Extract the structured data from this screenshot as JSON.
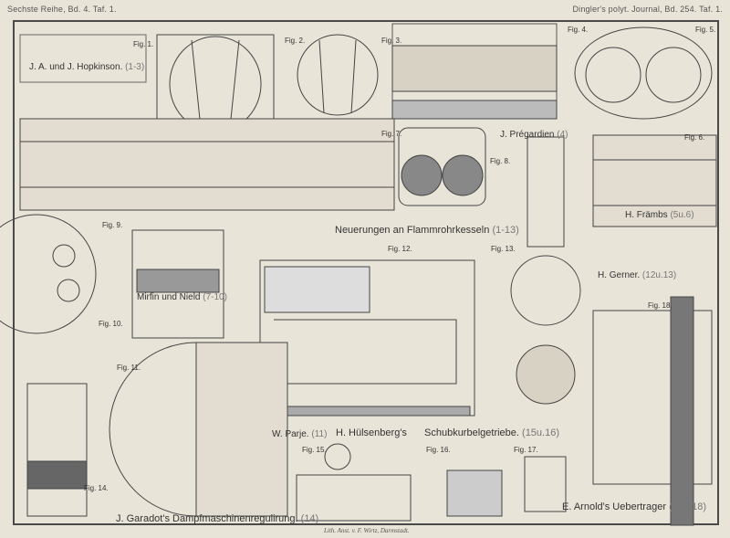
{
  "header": {
    "left": "Sechste Reihe, Bd. 4. Taf. 1.",
    "right": "Dingler's polyt. Journal, Bd. 254. Taf. 1."
  },
  "titles": {
    "hopkinson": "J. A. und J. Hopkinson.",
    "hopkinson_ref": "(1-3)",
    "pregardien": "J. Prégardien",
    "pregardien_ref": "(4)",
    "frambs": "H. Främbs",
    "frambs_ref": "(5u.6)",
    "neuerungen": "Neuerungen an Flammrohrkesseln",
    "neuerungen_ref": "(1-13)",
    "gerner": "H. Gerner.",
    "gerner_ref": "(12u.13)",
    "mirfin": "Mirfin und Nield",
    "mirfin_ref": "(7-10)",
    "parje": "W. Parje.",
    "parje_ref": "(11)",
    "hulsenberg": "H. Hülsenberg's",
    "schubkurbel": "Schubkurbelgetriebe.",
    "schubkurbel_ref": "(15u.16)",
    "garadot": "J. Garadot's Dampfmaschinenregulirung.",
    "garadot_ref": "(14)",
    "arnold": "E. Arnold's Uebertrager",
    "arnold_ref": "(17u.18)"
  },
  "figures": [
    "Fig. 1.",
    "Fig. 2.",
    "Fig. 3.",
    "Fig. 4.",
    "Fig. 5.",
    "Fig. 6.",
    "Fig. 7.",
    "Fig. 8.",
    "Fig. 9.",
    "Fig. 10.",
    "Fig. 11.",
    "Fig. 12.",
    "Fig. 13.",
    "Fig. 14.",
    "Fig. 15.",
    "Fig. 16.",
    "Fig. 17.",
    "Fig. 18."
  ],
  "imprint": "Lith. Anst. v. F. Wirtz, Darmstadt."
}
